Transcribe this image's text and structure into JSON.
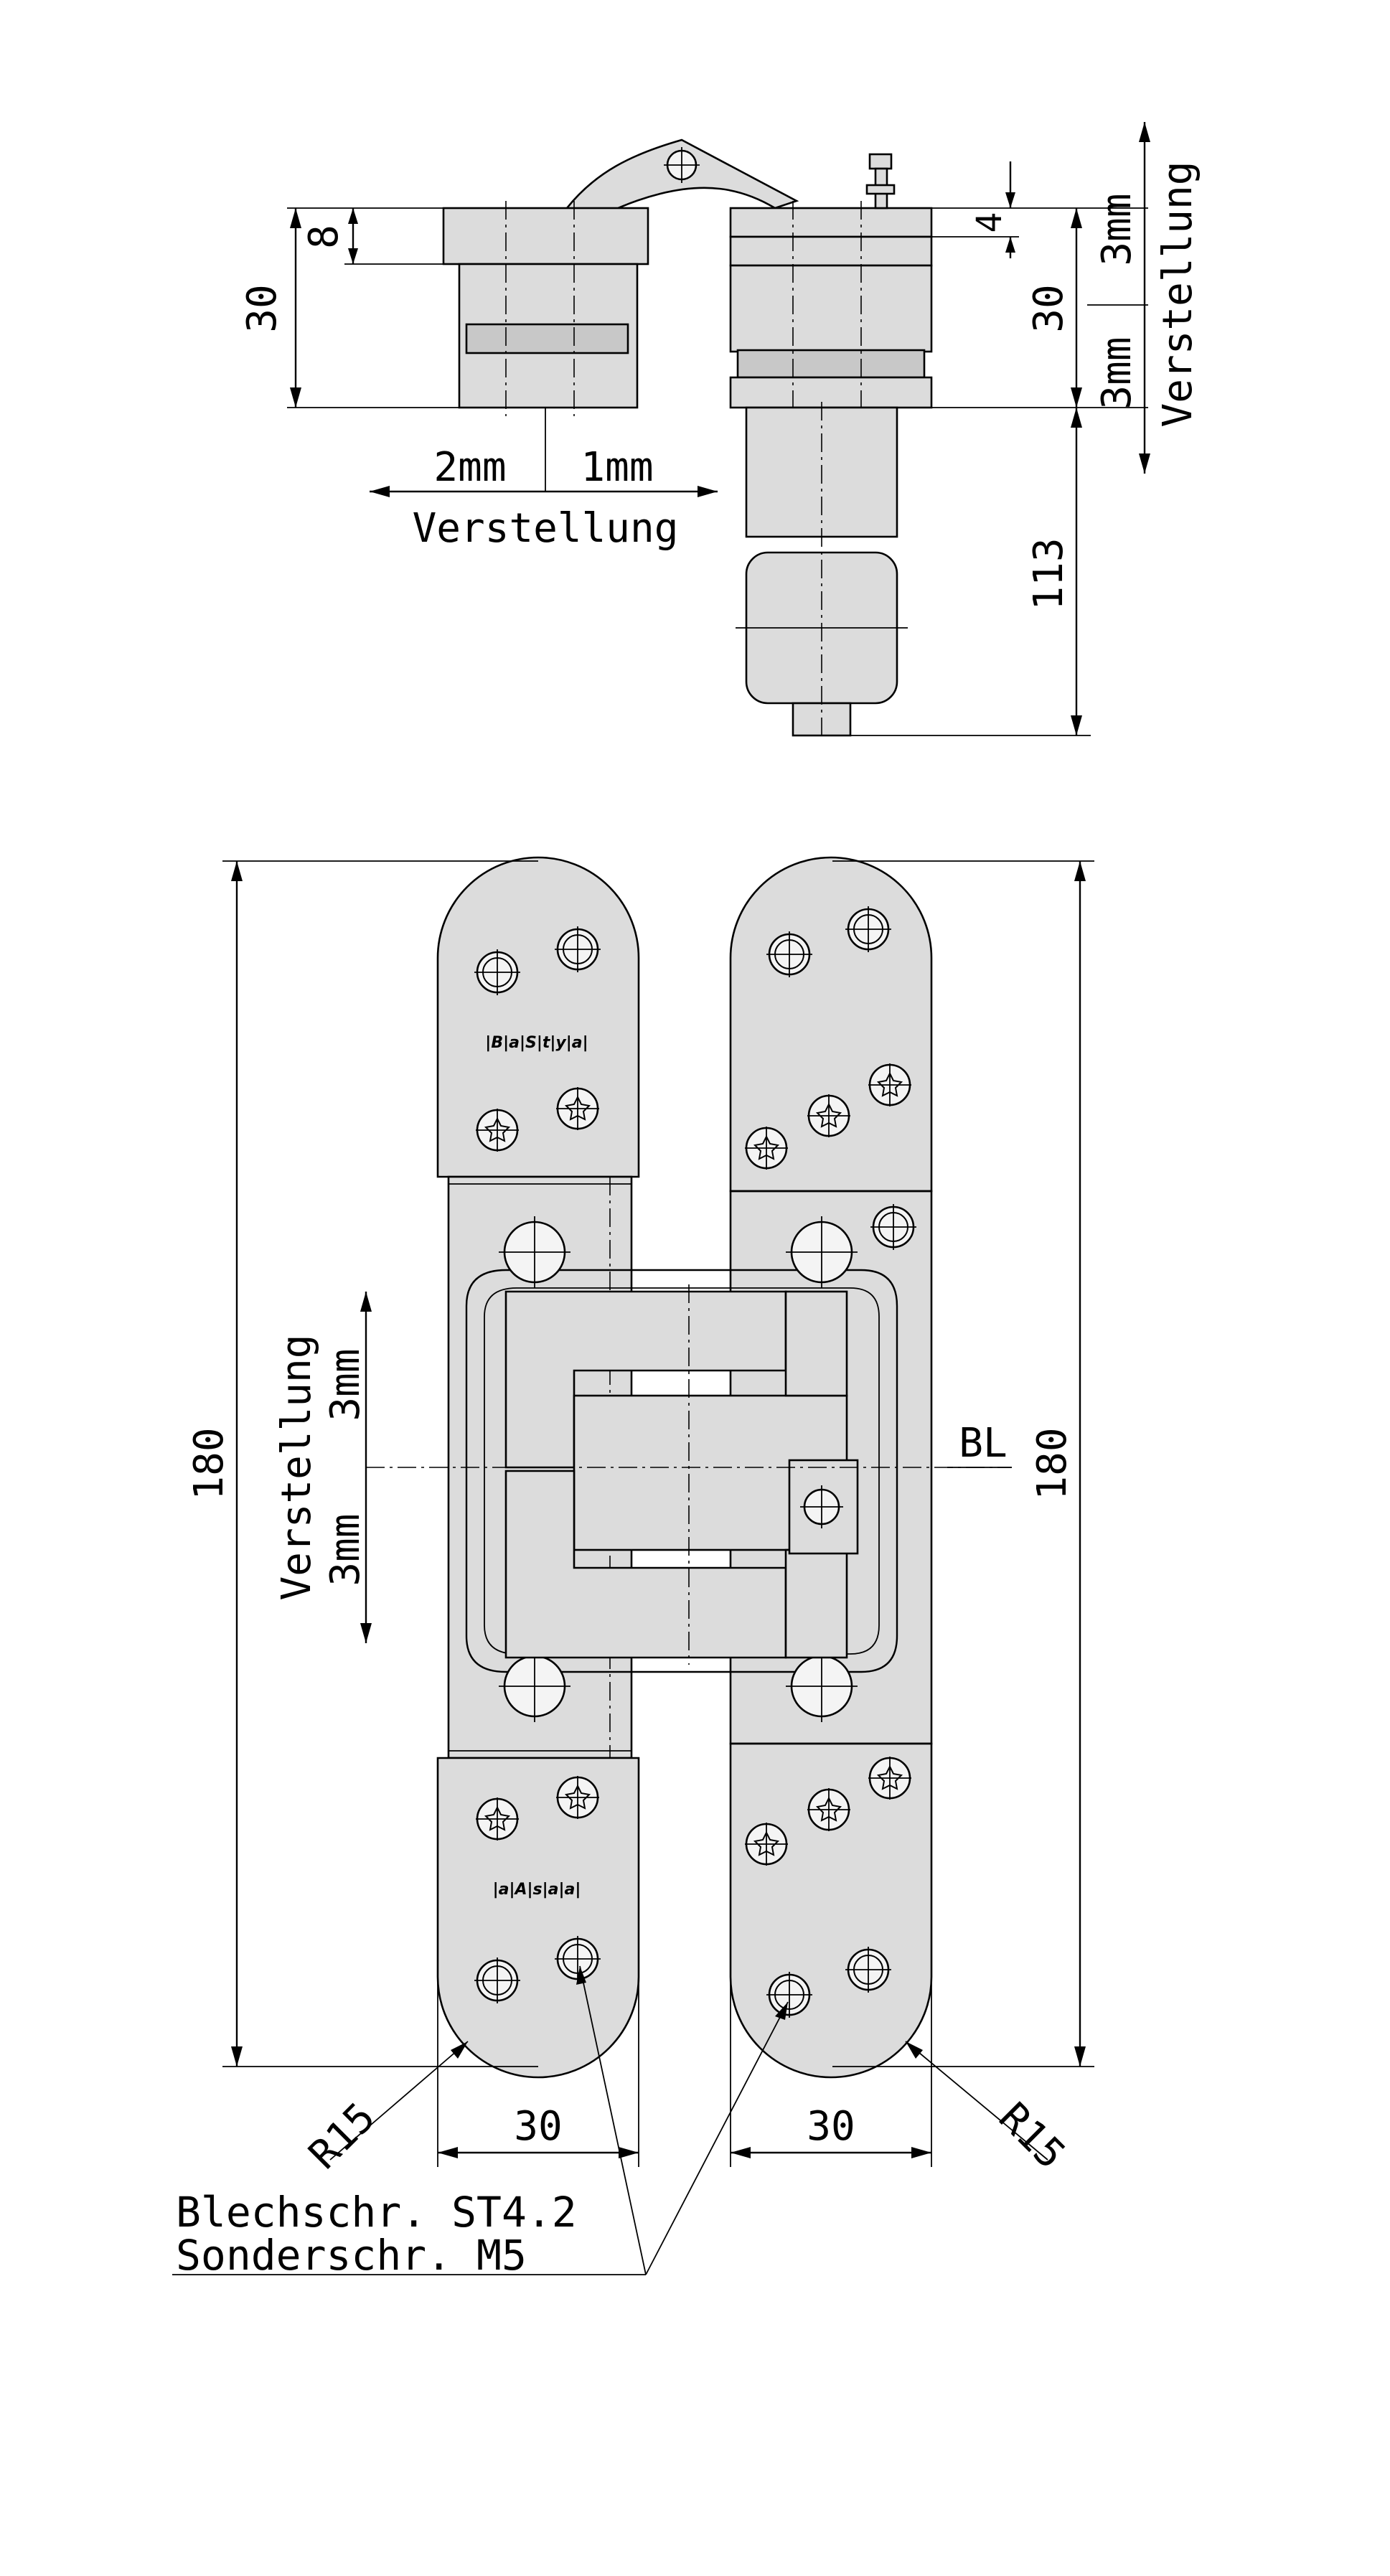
{
  "top_view": {
    "dim_left_height": "30",
    "dim_left_offset": "8",
    "adjust_left": "2mm",
    "adjust_right": "1mm",
    "adjust_label": "Verstellung",
    "dim_right_height": "30",
    "dim_right_small": "4",
    "dim_right_length": "113",
    "adjust_up": "3mm",
    "adjust_down": "3mm",
    "adjust_vertical_label": "Verstellung"
  },
  "front_view": {
    "height_left": "180",
    "height_right": "180",
    "adjust_up": "3mm",
    "adjust_down": "3mm",
    "adjust_label": "Verstellung",
    "baseline_label": "BL",
    "radius_left": "R15",
    "radius_right": "R15",
    "width_left": "30",
    "width_right": "30",
    "logo_top": "|B|a|S|t|y|a|",
    "logo_bottom": "|a|A|s|a|a|"
  },
  "notes": {
    "screw_line1": "Blechschr. ST4.2",
    "screw_line2": "Sonderschr. M5"
  }
}
